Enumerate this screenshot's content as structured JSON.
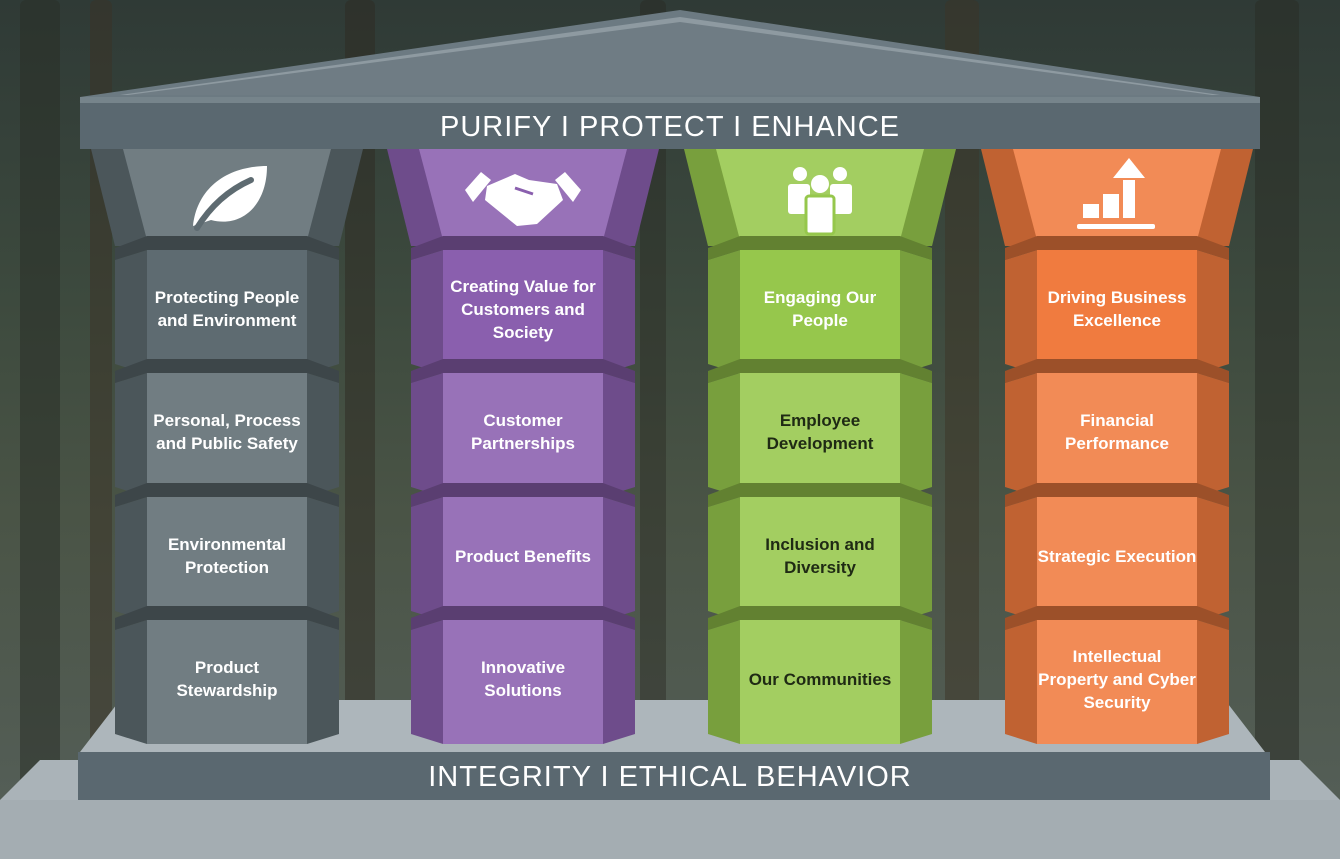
{
  "roof": {
    "text": "PURIFY   I   PROTECT   I   ENHANCE"
  },
  "base": {
    "text": "INTEGRITY  I  ETHICAL BEHAVIOR"
  },
  "pillars": [
    {
      "icon": "leaf-icon",
      "color": "#5e6b71",
      "headline": "Protecting People and Environment",
      "items": [
        "Personal, Process and Public Safety",
        "Environmental Protection",
        "Product Stewardship"
      ]
    },
    {
      "icon": "handshake-icon",
      "color": "#8a5fae",
      "headline": "Creating Value for Customers and Society",
      "items": [
        "Customer Partnerships",
        "Product Benefits",
        "Innovative Solutions"
      ]
    },
    {
      "icon": "people-group-icon",
      "color": "#96c74c",
      "headline": "Engaging Our People",
      "items": [
        "Employee Development",
        "Inclusion and Diversity",
        "Our Communities"
      ]
    },
    {
      "icon": "bar-chart-arrow-icon",
      "color": "#f07b3f",
      "headline": "Driving Business Excellence",
      "items": [
        "Financial Performance",
        "Strategic Execution",
        "Intellectual Property and Cyber Security"
      ]
    }
  ]
}
